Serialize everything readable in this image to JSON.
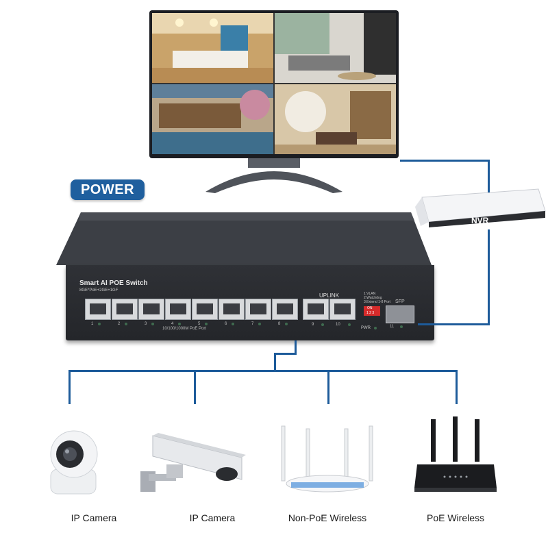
{
  "badge": {
    "label": "POWER"
  },
  "switch": {
    "title": "Smart AI POE Switch",
    "subtitle": "8GE*PoE+2GE+1GF",
    "port_numbers": [
      "1",
      "2",
      "3",
      "4",
      "5",
      "6",
      "7",
      "8"
    ],
    "uplink_label": "UPLINK",
    "uplink_numbers": [
      "9",
      "10"
    ],
    "port_caption": "10/100/1000M PoE Port",
    "dip_lines": [
      "1:VLAN",
      "2:Watchdog",
      "3:Extend 1-8 Port"
    ],
    "dip_on": "ON",
    "dip_numbers": "1 2 3",
    "pwr_label": "PWR",
    "sfp_label": "SFP",
    "sfp_number": "11"
  },
  "nvr": {
    "label": "NVR"
  },
  "devices": [
    {
      "label": "IP Camera",
      "icon": "dome-camera-icon"
    },
    {
      "label": "IP Camera",
      "icon": "bullet-camera-icon"
    },
    {
      "label": "Non-PoE Wireless",
      "icon": "router-white-icon"
    },
    {
      "label": "PoE Wireless",
      "icon": "router-black-icon"
    }
  ],
  "colors": {
    "wire": "#1d5b9a",
    "badge": "#1f5f9e",
    "switch": "#2b2d31"
  }
}
